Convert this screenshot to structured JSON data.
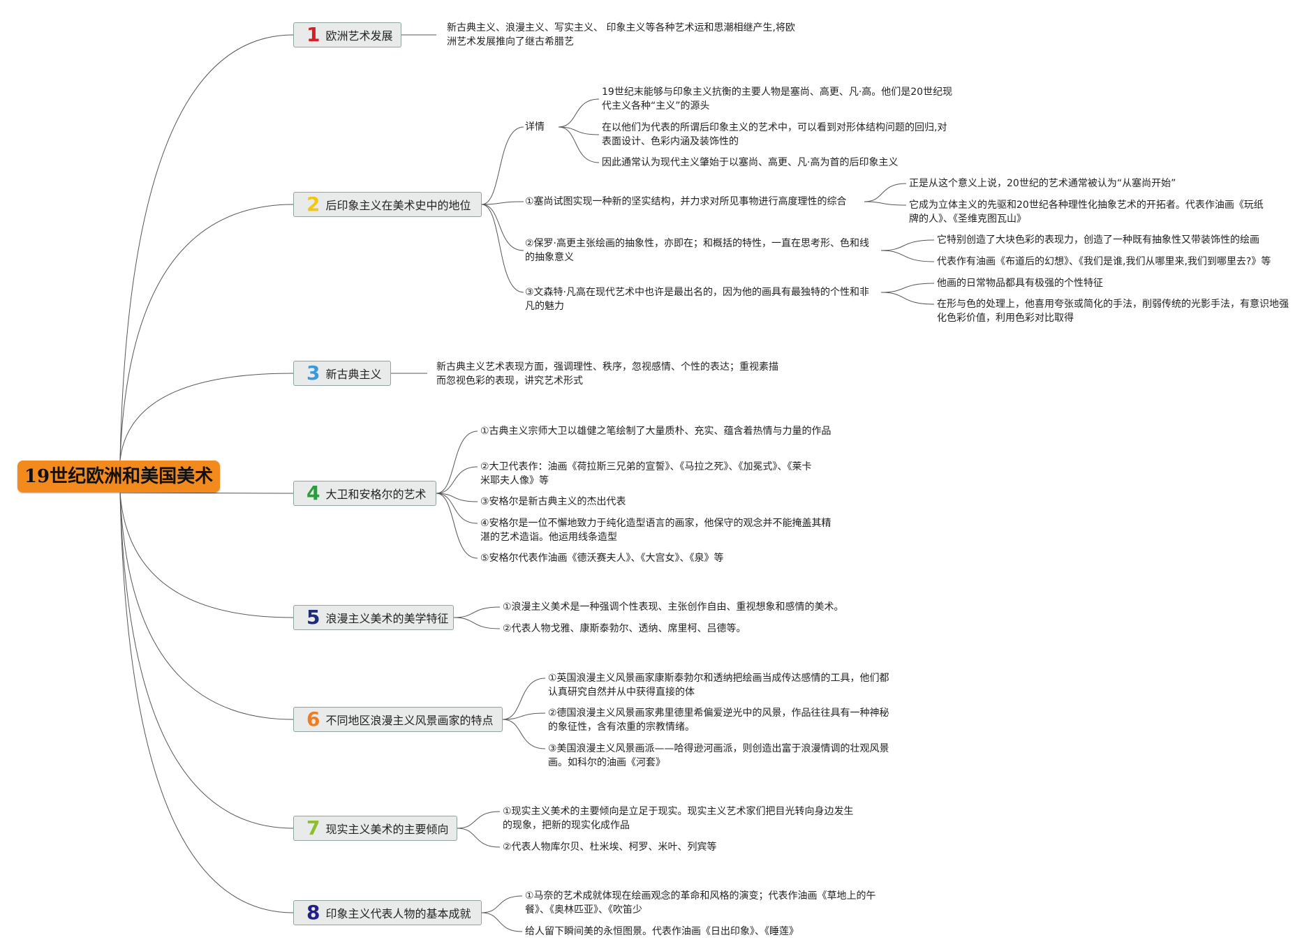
{
  "central": {
    "label": "19世纪欧洲和美国美术"
  },
  "colors": {
    "central_fill": "#f28a1e",
    "line": "#555555",
    "branch_fill": "#e9ebea",
    "branch_border": "#8ea3a0"
  },
  "branches": [
    {
      "number": "1",
      "number_color": "#d62027",
      "icon": "number-1-icon",
      "label": "欧洲艺术发展",
      "children": [
        {
          "text": "新古典主义、浪漫主义、写实主义、 印象主义等各种艺术运和思潮相继产生,将欧洲艺术发展推向了继古希腊艺"
        }
      ]
    },
    {
      "number": "2",
      "number_color": "#f3c614",
      "icon": "number-2-icon",
      "label": "后印象主义在美术史中的地位",
      "children": [
        {
          "text": "详情",
          "children": [
            {
              "text": "19世纪末能够与印象主义抗衡的主要人物是塞尚、高更、凡·高。他们是20世纪现代主义各种“主义”的源头"
            },
            {
              "text": "在以他们为代表的所谓后印象主义的艺术中，可以看到对形体结构问题的回归,对表面设计、色彩内涵及装饰性的"
            },
            {
              "text": "因此通常认为现代主义肇始于以塞尚、高更、凡·高为首的后印象主义"
            }
          ]
        },
        {
          "text": "①塞尚试图实现一种新的坚实结构，并力求对所见事物进行高度理性的综合",
          "children": [
            {
              "text": "正是从这个意义上说，20世纪的艺术通常被认为“从塞尚开始”"
            },
            {
              "text": "它成为立体主义的先驱和20世纪各种理性化抽象艺术的开拓者。代表作油画《玩纸牌的人》、《圣维克图瓦山》"
            }
          ]
        },
        {
          "text": "②保罗·高更主张绘画的抽象性，亦即在；和概括的特性，一直在思考形、色和线的抽象意义",
          "children": [
            {
              "text": "它特别创造了大块色彩的表现力，创造了一种既有抽象性又带装饰性的绘画"
            },
            {
              "text": "代表作有油画《布道后的幻想》、《我们是谁,我们从哪里来,我们到哪里去?》等"
            }
          ]
        },
        {
          "text": "③文森特·凡高在现代艺术中也许是最出名的，因为他的画具有最独特的个性和非凡的魅力",
          "children": [
            {
              "text": "他画的日常物品都具有极强的个性特征"
            },
            {
              "text": "在形与色的处理上，他喜用夸张或简化的手法，削弱传统的光影手法，有意识地强化色彩价值，利用色彩对比取得"
            }
          ]
        }
      ]
    },
    {
      "number": "3",
      "number_color": "#3a9ad9",
      "icon": "number-3-icon",
      "label": "新古典主义",
      "children": [
        {
          "text": "新古典主义艺术表现方面，强调理性、秩序，忽视感情、个性的表达；重视素描而忽视色彩的表现，讲究艺术形式"
        }
      ]
    },
    {
      "number": "4",
      "number_color": "#27a03c",
      "icon": "number-4-icon",
      "label": "大卫和安格尔的艺术",
      "children": [
        {
          "text": "①古典主义宗师大卫以雄健之笔绘制了大量质朴、充实、蕴含着热情与力量的作品"
        },
        {
          "text": "②大卫代表作：油画《荷拉斯三兄弟的宣誓》、《马拉之死》、《加冕式》、《莱卡米耶夫人像》等"
        },
        {
          "text": "③安格尔是新古典主义的杰出代表"
        },
        {
          "text": "④安格尔是一位不懈地致力于纯化造型语言的画家，他保守的观念并不能掩盖其精湛的艺术造诣。他运用线条造型"
        },
        {
          "text": "⑤安格尔代表作油画《德沃赛夫人》、《大宫女》、《泉》等"
        }
      ]
    },
    {
      "number": "5",
      "number_color": "#1d2b7c",
      "icon": "number-5-icon",
      "label": "浪漫主义美术的美学特征",
      "children": [
        {
          "text": "①浪漫主义美术是一种强调个性表现、主张创作自由、重视想象和感情的美术。"
        },
        {
          "text": "②代表人物戈雅、康斯泰勃尔、透纳、席里柯、吕德等。"
        }
      ]
    },
    {
      "number": "6",
      "number_color": "#ee7d22",
      "icon": "number-6-icon",
      "label": "不同地区浪漫主义风景画家的特点",
      "children": [
        {
          "text": "①英国浪漫主义风景画家康斯泰勃尔和透纳把绘画当成传达感情的工具，他们都认真研究自然并从中获得直接的体"
        },
        {
          "text": "②德国浪漫主义风景画家弗里德里希偏爱逆光中的风景，作品往往具有一种神秘的象征性，含有浓重的宗教情绪。"
        },
        {
          "text": "③美国浪漫主义风景画派——哈得逊河画派，则创造出富于浪漫情调的壮观风景画。如科尔的油画《河套》"
        }
      ]
    },
    {
      "number": "7",
      "number_color": "#8cbf2a",
      "icon": "number-7-icon",
      "label": "现实主义美术的主要倾向",
      "children": [
        {
          "text": "①现实主义美术的主要倾向是立足于现实。现实主义艺术家们把目光转向身边发生的现象，把新的现实化成作品"
        },
        {
          "text": "②代表人物库尔贝、杜米埃、柯罗、米叶、列宾等"
        }
      ]
    },
    {
      "number": "8",
      "number_color": "#231f8a",
      "icon": "number-8-icon",
      "label": "印象主义代表人物的基本成就",
      "children": [
        {
          "text": "①马奈的艺术成就体现在绘画观念的革命和风格的演变；代表作油画《草地上的午餐》、《奥林匹亚》、《吹笛少"
        },
        {
          "text": "给人留下瞬间美的永恒图景。代表作油画《日出印象》、《睡莲》"
        }
      ]
    }
  ]
}
